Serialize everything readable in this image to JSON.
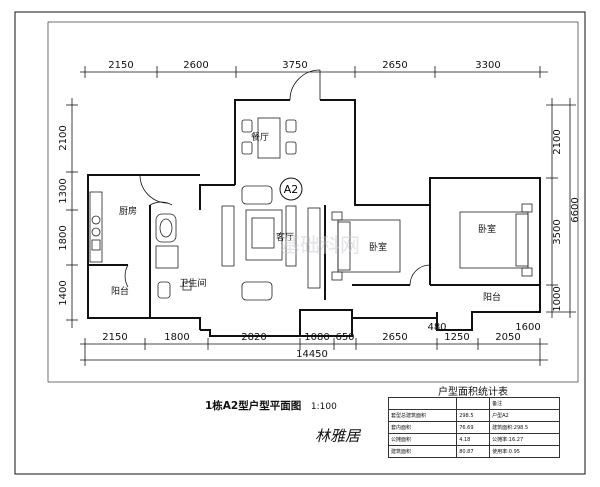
{
  "dimensions": {
    "top": [
      "2150",
      "2600",
      "3750",
      "2650",
      "3300"
    ],
    "bottom_row1": [
      "2150",
      "1800",
      "2820",
      "1080",
      "650",
      "2650",
      "1250",
      "2050"
    ],
    "bottom_small": [
      "480",
      "1600"
    ],
    "bottom_total": "14450",
    "left": [
      "2100",
      "1300",
      "1800",
      "1400"
    ],
    "right_inner": [
      "2100",
      "3500",
      "1000"
    ],
    "right_outer": "6600"
  },
  "rooms": {
    "dining": "餐厅",
    "kitchen": "厨房",
    "bathroom": "卫生间",
    "balcony_left": "阳台",
    "living": "客厅",
    "bedroom_1": "卧室",
    "bedroom_2": "卧室",
    "balcony_right": "阳台"
  },
  "unit_tag": "A2",
  "watermark": "基础科网",
  "title": {
    "main": "1栋A2型户型平面图",
    "scale": "1:100",
    "signature": "林雅居"
  },
  "area_table": {
    "title": "户型面积统计表",
    "rows": [
      [
        "",
        "",
        "备注"
      ],
      [
        "套型总建筑面积",
        "298.5",
        "户型A2"
      ],
      [
        "套内面积",
        "76.69",
        "建筑面积:298.5"
      ],
      [
        "公摊面积",
        "4.18",
        "公摊率:16.27"
      ],
      [
        "建筑面积",
        "80.87",
        "使用率:0.95"
      ]
    ]
  }
}
